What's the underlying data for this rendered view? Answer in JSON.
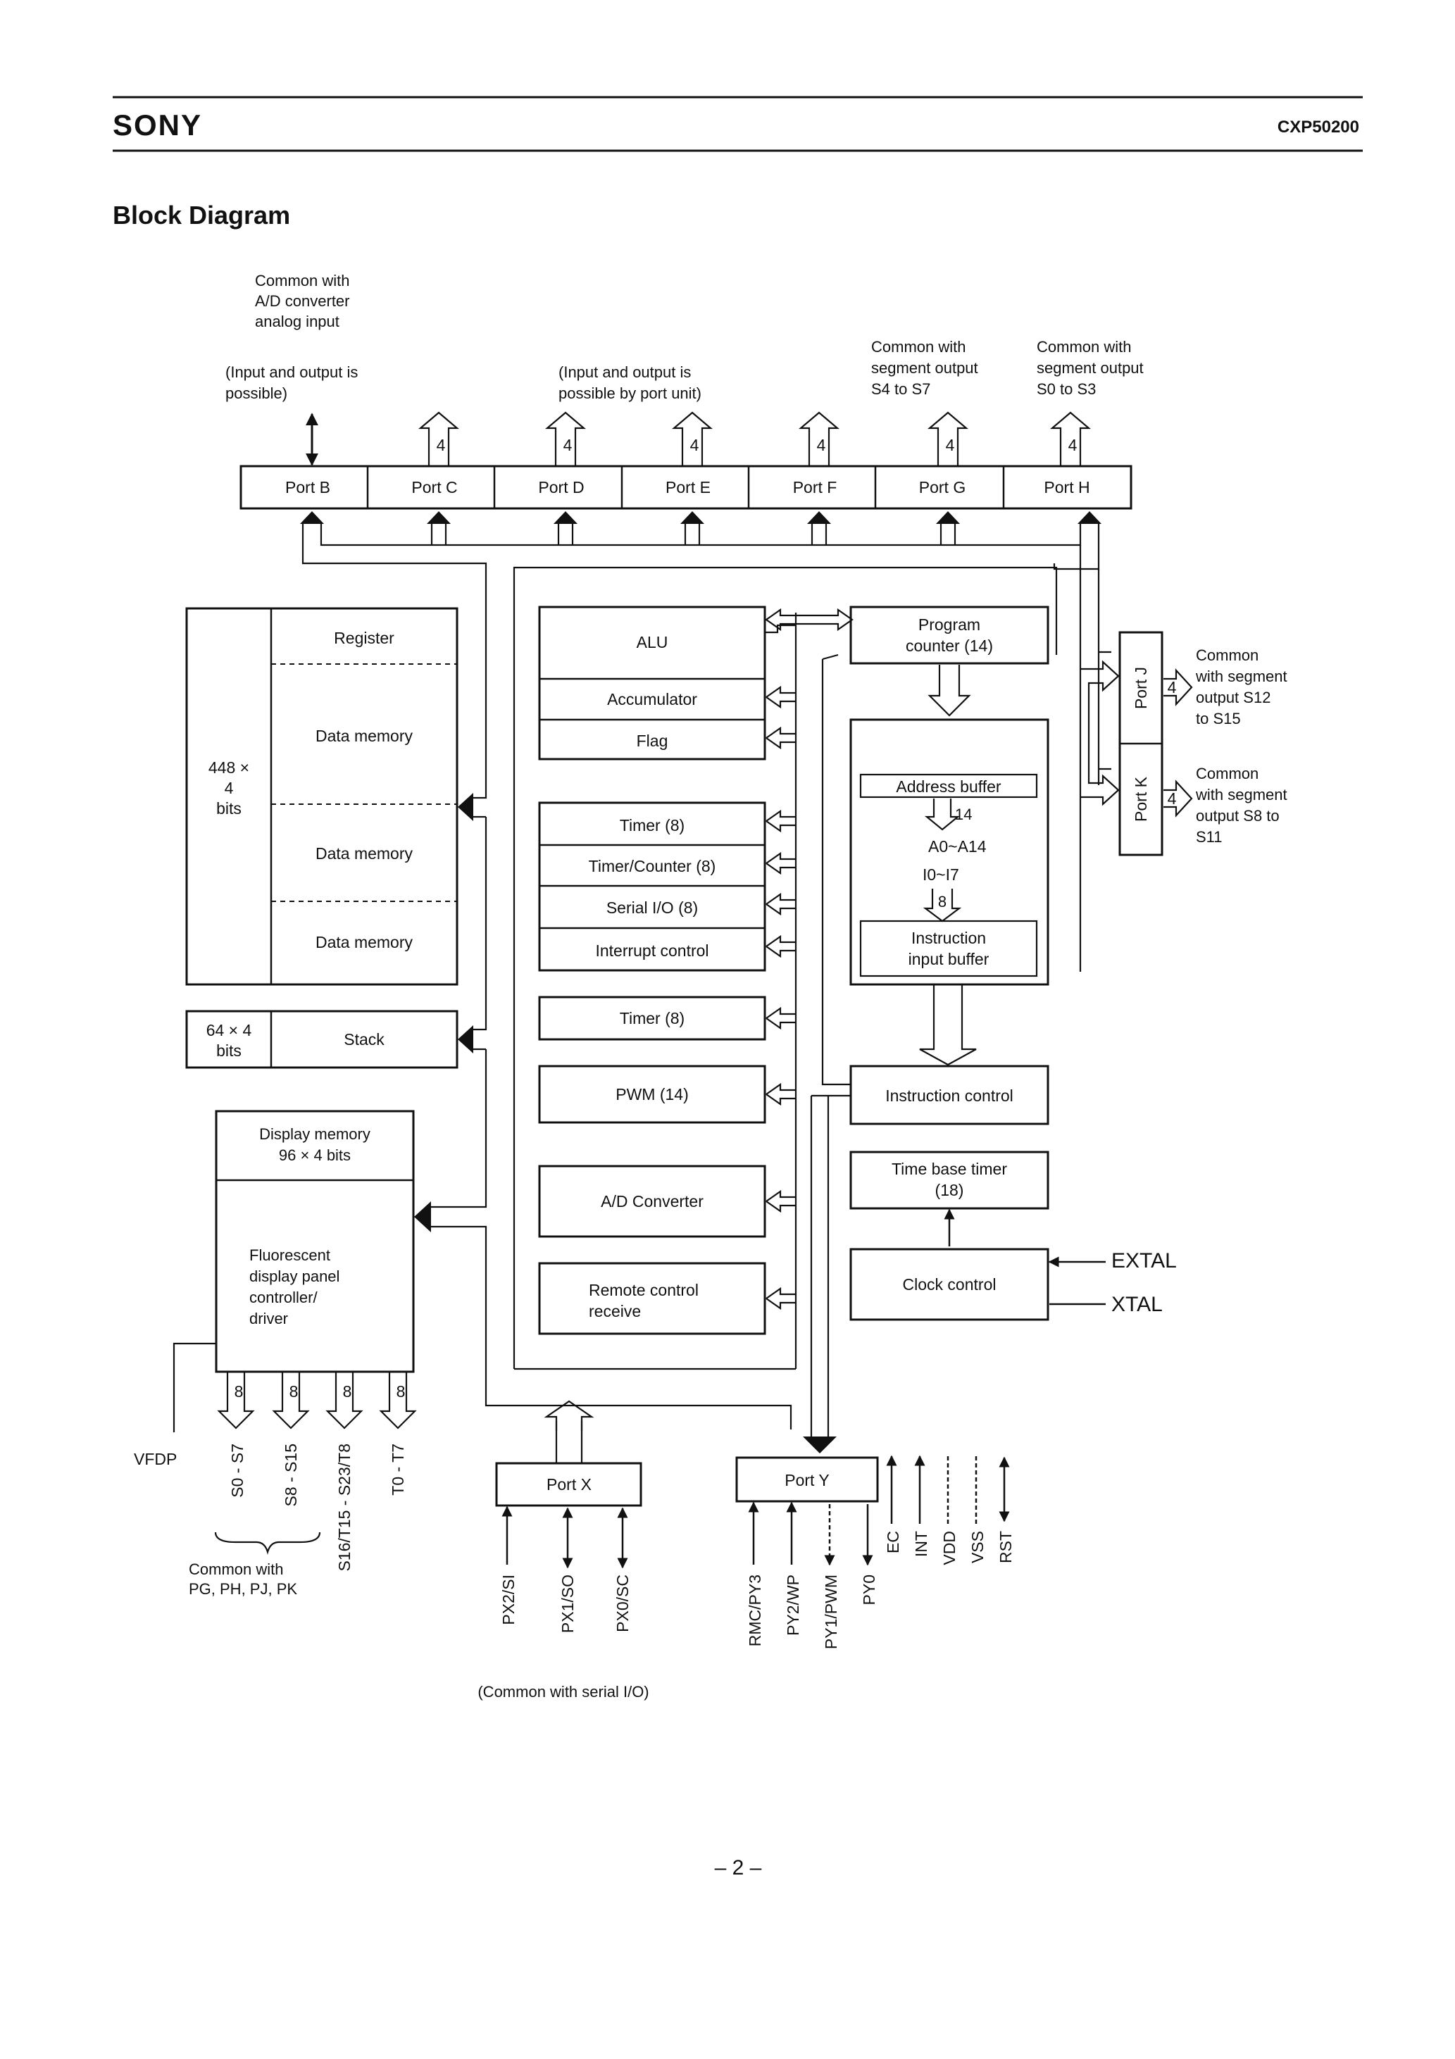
{
  "header": {
    "brand": "SONY",
    "part_number": "CXP50200"
  },
  "section_title": "Block Diagram",
  "annotations": {
    "ad_common": [
      "Common with",
      "A/D converter",
      "analog input"
    ],
    "port_b_io": [
      "(Input and output is",
      "possible)"
    ],
    "port_unit_io": [
      "(Input and output is",
      "possible by port unit)"
    ],
    "seg_s4_s7": [
      "Common with",
      "segment output",
      "S4 to S7"
    ],
    "seg_s0_s3": [
      "Common with",
      "segment output",
      "S0 to S3"
    ],
    "port_j_note": [
      "Common",
      "with segment",
      "output S12",
      "to S15"
    ],
    "port_k_note": [
      "Common",
      "with segment",
      "output S8 to",
      "S11"
    ],
    "serial_common": "(Common with serial I/O)",
    "pg_common": [
      "Common with",
      "PG, PH, PJ, PK"
    ]
  },
  "ports_top": [
    "Port B",
    "Port C",
    "Port D",
    "Port E",
    "Port F",
    "Port G",
    "Port H"
  ],
  "bus_widths": {
    "four": "4",
    "eight": "8",
    "fourteen": "14"
  },
  "ports_side": {
    "j": "Port J",
    "k": "Port K"
  },
  "ram": {
    "size": [
      "448 ×",
      "4",
      "bits"
    ],
    "register": "Register",
    "data_memory": "Data memory"
  },
  "stack": {
    "size": [
      "64 × 4",
      "bits"
    ],
    "label": "Stack"
  },
  "display": {
    "memory": [
      "Display memory",
      "96 × 4 bits"
    ],
    "controller": [
      "Fluorescent",
      "display panel",
      "controller/",
      "driver"
    ]
  },
  "alu_group": {
    "alu": "ALU",
    "accumulator": "Accumulator",
    "flag": "Flag"
  },
  "timer_group": [
    "Timer (8)",
    "Timer/Counter (8)",
    "Serial I/O (8)",
    "Interrupt control"
  ],
  "blocks": {
    "timer2": "Timer (8)",
    "pwm": "PWM (14)",
    "adc": "A/D Converter",
    "remote": [
      "Remote control",
      "receive"
    ],
    "program_counter": [
      "Program",
      "counter (14)"
    ],
    "address_buffer": "Address buffer",
    "address_lines": "A0~A14",
    "data_lines": "I0~I7",
    "instr_buffer": [
      "Instruction",
      "input buffer"
    ],
    "instr_control": "Instruction control",
    "time_base": [
      "Time base timer",
      "(18)"
    ],
    "clock": "Clock control",
    "extal": "EXTAL",
    "xtal": "XTAL"
  },
  "port_x": {
    "label": "Port X",
    "pins": [
      "PX2/SI",
      "PX1/SO",
      "PX0/SC"
    ]
  },
  "port_y": {
    "label": "Port Y",
    "pins": [
      "RMC/PY3",
      "PY2/WP",
      "PY1/PWM",
      "PY0"
    ]
  },
  "control_pins": [
    "EC",
    "INT",
    "VDD",
    "VSS",
    "RST"
  ],
  "vfdp": "VFDP",
  "segment_outputs": [
    "S0 - S7",
    "S8 - S15",
    "S16/T15 - S23/T8",
    "T0 - T7"
  ],
  "page_number": "– 2 –"
}
